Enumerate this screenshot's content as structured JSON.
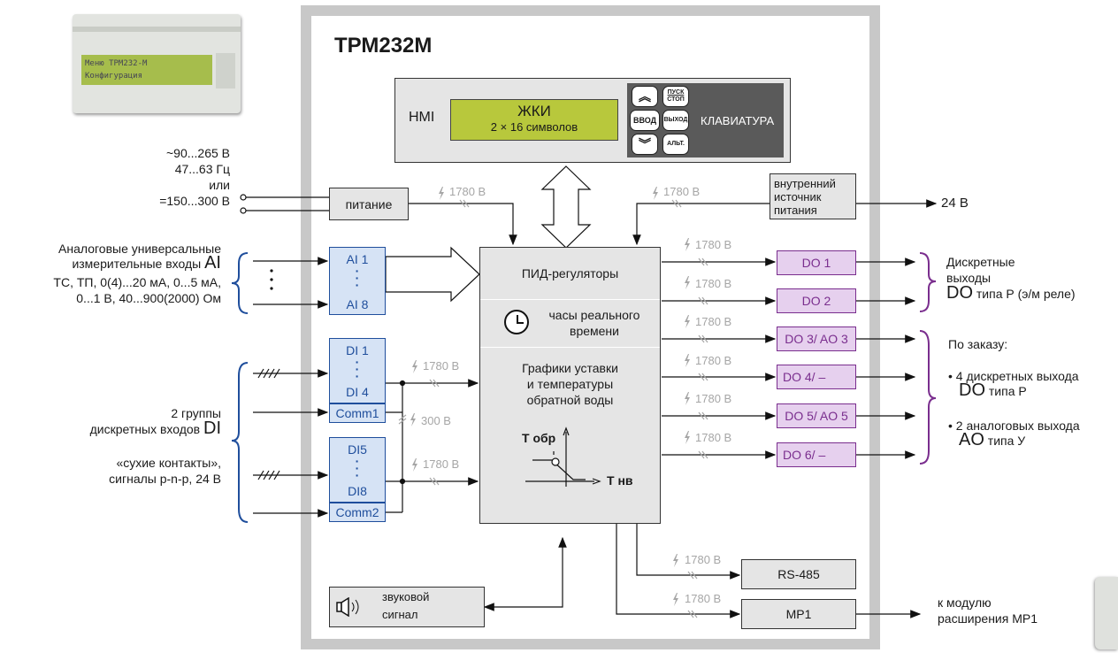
{
  "title": "ТРМ232М",
  "hmi": {
    "label": "HMI",
    "lcd_title": "ЖКИ",
    "lcd_sub": "2 × 16 символов",
    "keyboard_label": "КЛАВИАТУРА",
    "keys": {
      "pusk": "ПУСК",
      "stop": "СТОП",
      "vvod": "ВВОД",
      "vyhod": "ВЫХОД",
      "alt": "АЛЬТ."
    },
    "device_screen_l1": "Меню ТРМ232-М",
    "device_screen_l2": "Конфигурация"
  },
  "power": {
    "lines": [
      "~90...265 В",
      "47...63 Гц",
      "или",
      "=150...300 В"
    ],
    "box": "питание"
  },
  "internal_supply": {
    "box": [
      "внутренний",
      "источник",
      "питания"
    ],
    "output": "24 В"
  },
  "isolation": {
    "v1780": "1780 В",
    "v300": "300 В"
  },
  "analog_inputs": {
    "desc1": "Аналоговые универсальные",
    "desc2": "измерительные входы",
    "desc2_big": "AI",
    "desc3": "ТС, ТП, 0(4)...20 мА, 0...5 мА,",
    "desc4": "0...1 В, 40...900(2000) Ом",
    "box_top": "AI 1",
    "box_bottom": "AI 8"
  },
  "discrete_inputs": {
    "desc1": "2 группы",
    "desc2": "дискретных входов",
    "desc2_big": "DI",
    "desc3": "«сухие контакты»,",
    "desc4": "сигналы p-n-p, 24 В",
    "g1_top": "DI 1",
    "g1_bottom": "DI 4",
    "comm1": "Comm1",
    "g2_top": "DI5",
    "g2_bottom": "DI8",
    "comm2": "Comm2"
  },
  "core": {
    "pid": "ПИД-регуляторы",
    "clock_l1": "часы реального",
    "clock_l2": "времени",
    "graph_l1": "Графики уставки",
    "graph_l2": "и температуры",
    "graph_l3": "обратной воды",
    "axis_y": "Т обр",
    "axis_x": "Т нв"
  },
  "outputs": {
    "boxes": [
      "DO 1",
      "DO 2",
      "DO 3/ AO 3",
      "DO 4/ –",
      "DO 5/ AO 5",
      "DO 6/ –"
    ],
    "desc1": "Дискретные",
    "desc2": "выходы",
    "desc3_big": "DO",
    "desc3": "типа Р (э/м реле)",
    "order": "По заказу:",
    "opt1_l1": "• 4 дискретных выхода",
    "opt1_big": "DO",
    "opt1_l2": "типа Р",
    "opt2_l1": "• 2 аналоговых выхода",
    "opt2_big": "AO",
    "opt2_l2": "типа У"
  },
  "comm": {
    "rs485": "RS-485",
    "mp1": "МР1",
    "mp1_desc1": "к модулю",
    "mp1_desc2": "расширения МР1"
  },
  "sound": {
    "l1": "звуковой",
    "l2": "сигнал"
  },
  "colors": {
    "frame": "#c8c8c8",
    "blue": "#1f4e9c",
    "purple": "#7a2e8e",
    "lcd": "#b8c83c",
    "isolation": "#a6a6a6"
  }
}
